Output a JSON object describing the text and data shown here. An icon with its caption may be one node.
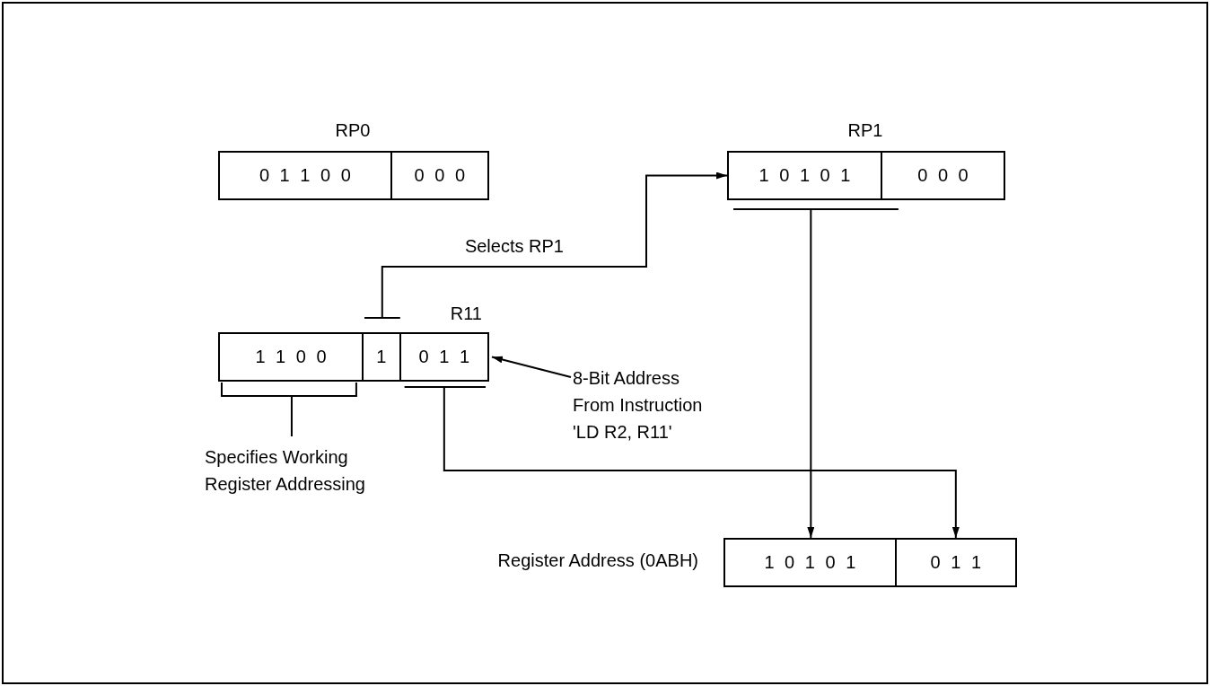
{
  "diagram": {
    "nodes": [
      {
        "text": [
          "RP0"
        ]
      },
      {
        "text": [
          "0 1 1 0 0"
        ],
        "in": 0
      },
      {
        "text": [
          "0 0 0"
        ],
        "in": 0
      },
      {
        "text": [
          "RP1"
        ]
      },
      {
        "text": [
          "1 0 1 0 1"
        ],
        "in": 3
      },
      {
        "text": [
          "0 0 0"
        ],
        "in": 3
      },
      {
        "text": [
          "R11"
        ]
      },
      {
        "text": [
          "1 1 0 0"
        ],
        "in": 6
      },
      {
        "text": [
          "1"
        ],
        "in": 6
      },
      {
        "text": [
          "0 1 1"
        ],
        "in": 6
      },
      {
        "text": [
          "8-Bit Address From Instruction 'LD R2, R11'"
        ]
      },
      {
        "text": [
          "Specifies Working Register Addressing"
        ]
      },
      {
        "text": [
          "Register Address (0ABH)"
        ]
      },
      {
        "text": [
          "1 0 1 0 1"
        ],
        "in": 12
      },
      {
        "text": [
          "0 1 1"
        ],
        "in": 12
      }
    ],
    "edges": [
      {
        "from": 8,
        "to": 4,
        "arrow": "to",
        "label": "Selects RP1"
      },
      {
        "from": 4,
        "to": 13,
        "arrow": "to"
      },
      {
        "from": 9,
        "to": 14,
        "arrow": "to"
      },
      {
        "from": 10,
        "to": 9,
        "arrow": "to"
      },
      {
        "from": 11,
        "to": 7,
        "arrow": "none"
      }
    ]
  }
}
